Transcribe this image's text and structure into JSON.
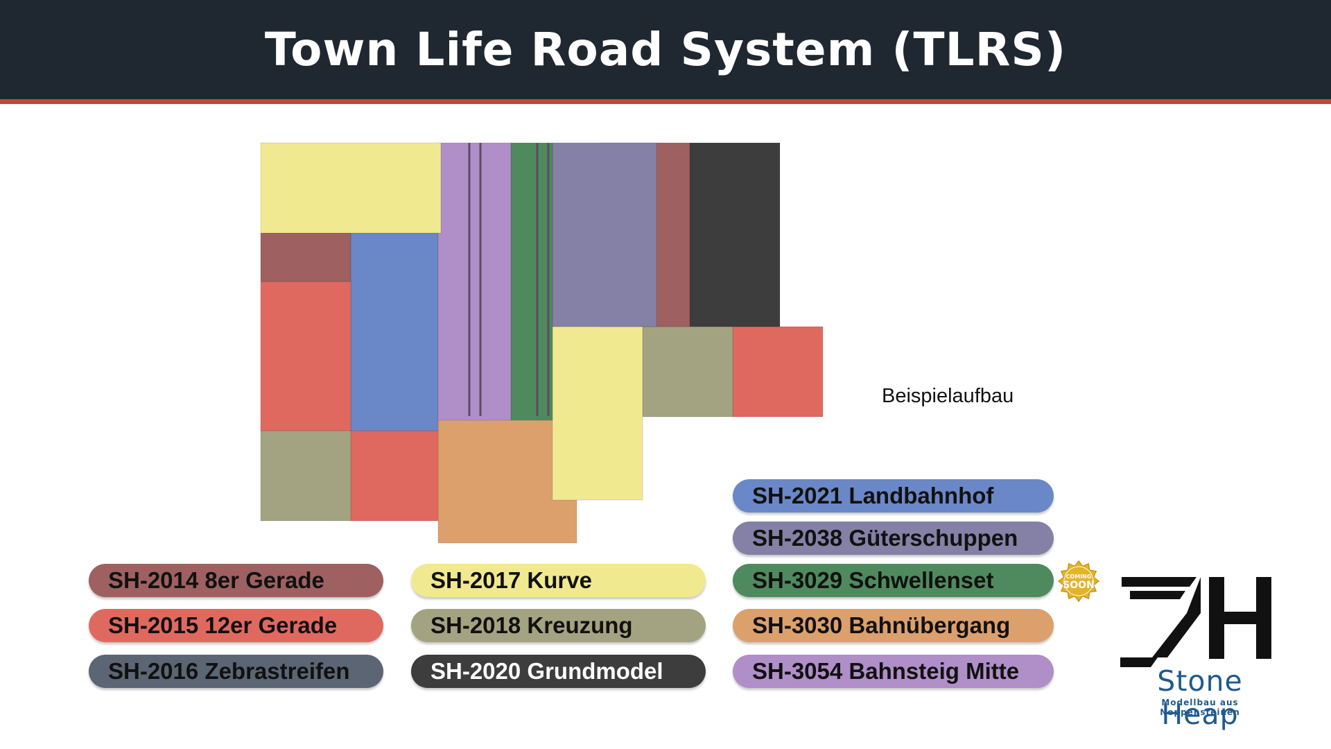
{
  "header": {
    "title": "Town Life Road System (TLRS)"
  },
  "layout_caption": "Beispielaufbau",
  "legend": [
    {
      "id": "sh-2014",
      "label": "SH-2014 8er Gerade",
      "color": "#9e6061"
    },
    {
      "id": "sh-2015",
      "label": "SH-2015 12er Gerade",
      "color": "#e0695f"
    },
    {
      "id": "sh-2016",
      "label": "SH-2016 Zebrastreifen",
      "color": "#5b6574"
    },
    {
      "id": "sh-2017",
      "label": "SH-2017 Kurve",
      "color": "#f1e98f"
    },
    {
      "id": "sh-2018",
      "label": "SH-2018 Kreuzung",
      "color": "#a3a381"
    },
    {
      "id": "sh-2020",
      "label": "SH-2020 Grundmodel",
      "color": "#3d3d3d"
    },
    {
      "id": "sh-2021",
      "label": "SH-2021 Landbahnhof",
      "color": "#6a88c8"
    },
    {
      "id": "sh-2038",
      "label": "SH-2038 Güterschuppen",
      "color": "#8480a6"
    },
    {
      "id": "sh-3029",
      "label": "SH-3029 Schwellenset",
      "color": "#4f8a5e"
    },
    {
      "id": "sh-3030",
      "label": "SH-3030 Bahnübergang",
      "color": "#dca06d"
    },
    {
      "id": "sh-3054",
      "label": "SH-3054 Bahnsteig Mitte",
      "color": "#b08ec8"
    }
  ],
  "badge": {
    "line1": "COMING",
    "line2": "SOON",
    "color": "#e3b42a"
  },
  "logo": {
    "mark": "SH",
    "name": "Stone Heap",
    "tagline": "Modellbau aus Noppensteinen",
    "color": "#1f5a8c"
  }
}
